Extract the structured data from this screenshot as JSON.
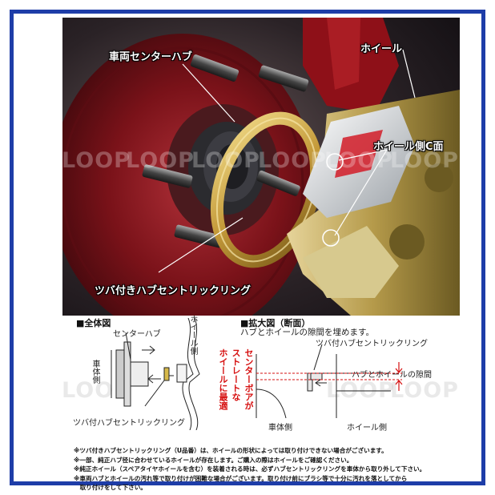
{
  "callouts": {
    "hub": "車両センターハブ",
    "wheel": "ホイール",
    "wheel_c_face": "ホイール側C面",
    "ring": "ツバ付きハブセントリックリング"
  },
  "watermark": "LOOP",
  "overview": {
    "heading": "■全体図",
    "center_hub": "センターハブ",
    "wheel": "ホイール側",
    "body_side": "車体側",
    "ring": "ツバ付ハブセントリックリング"
  },
  "red_box": {
    "col1": "センターボアが",
    "col2": "ストレートな",
    "col3": "ホイールに最適"
  },
  "closeup": {
    "heading": "■拡大図（断面）",
    "subheading": "ハブとホイールの隙間を埋めます。",
    "ring": "ツバ付ハブセントリックリング",
    "gap": "ハブとホイールの隙間",
    "body_side": "車体側",
    "wheel_side": "ホイール側"
  },
  "notes": [
    "※ツバ付きハブセントリックリング（U品番）は、ホイールの形状によっては取り付けできない場合がございます。",
    "※一部、純正ハブ径に合わせているホイールが存在します。ご購入の際はホイールをご確認ください。",
    "※純正ホイール（スペアタイヤホイールを含む）を装着される時は、必ずハブセントリックリングを車体から取り外して下さい。",
    "※車両ハブとホイールの汚れ等で取り付けが困難な場合がございます。取り付け前にブラシ等で十分に汚れを落としてから",
    "　取り付けをして下さい。"
  ],
  "colors": {
    "frame": "#1e3da8",
    "rotor": "#8a1820",
    "ring_gold": "#c9a84a",
    "wheel_gold": "#bfae6a",
    "red_text": "#d61010"
  }
}
